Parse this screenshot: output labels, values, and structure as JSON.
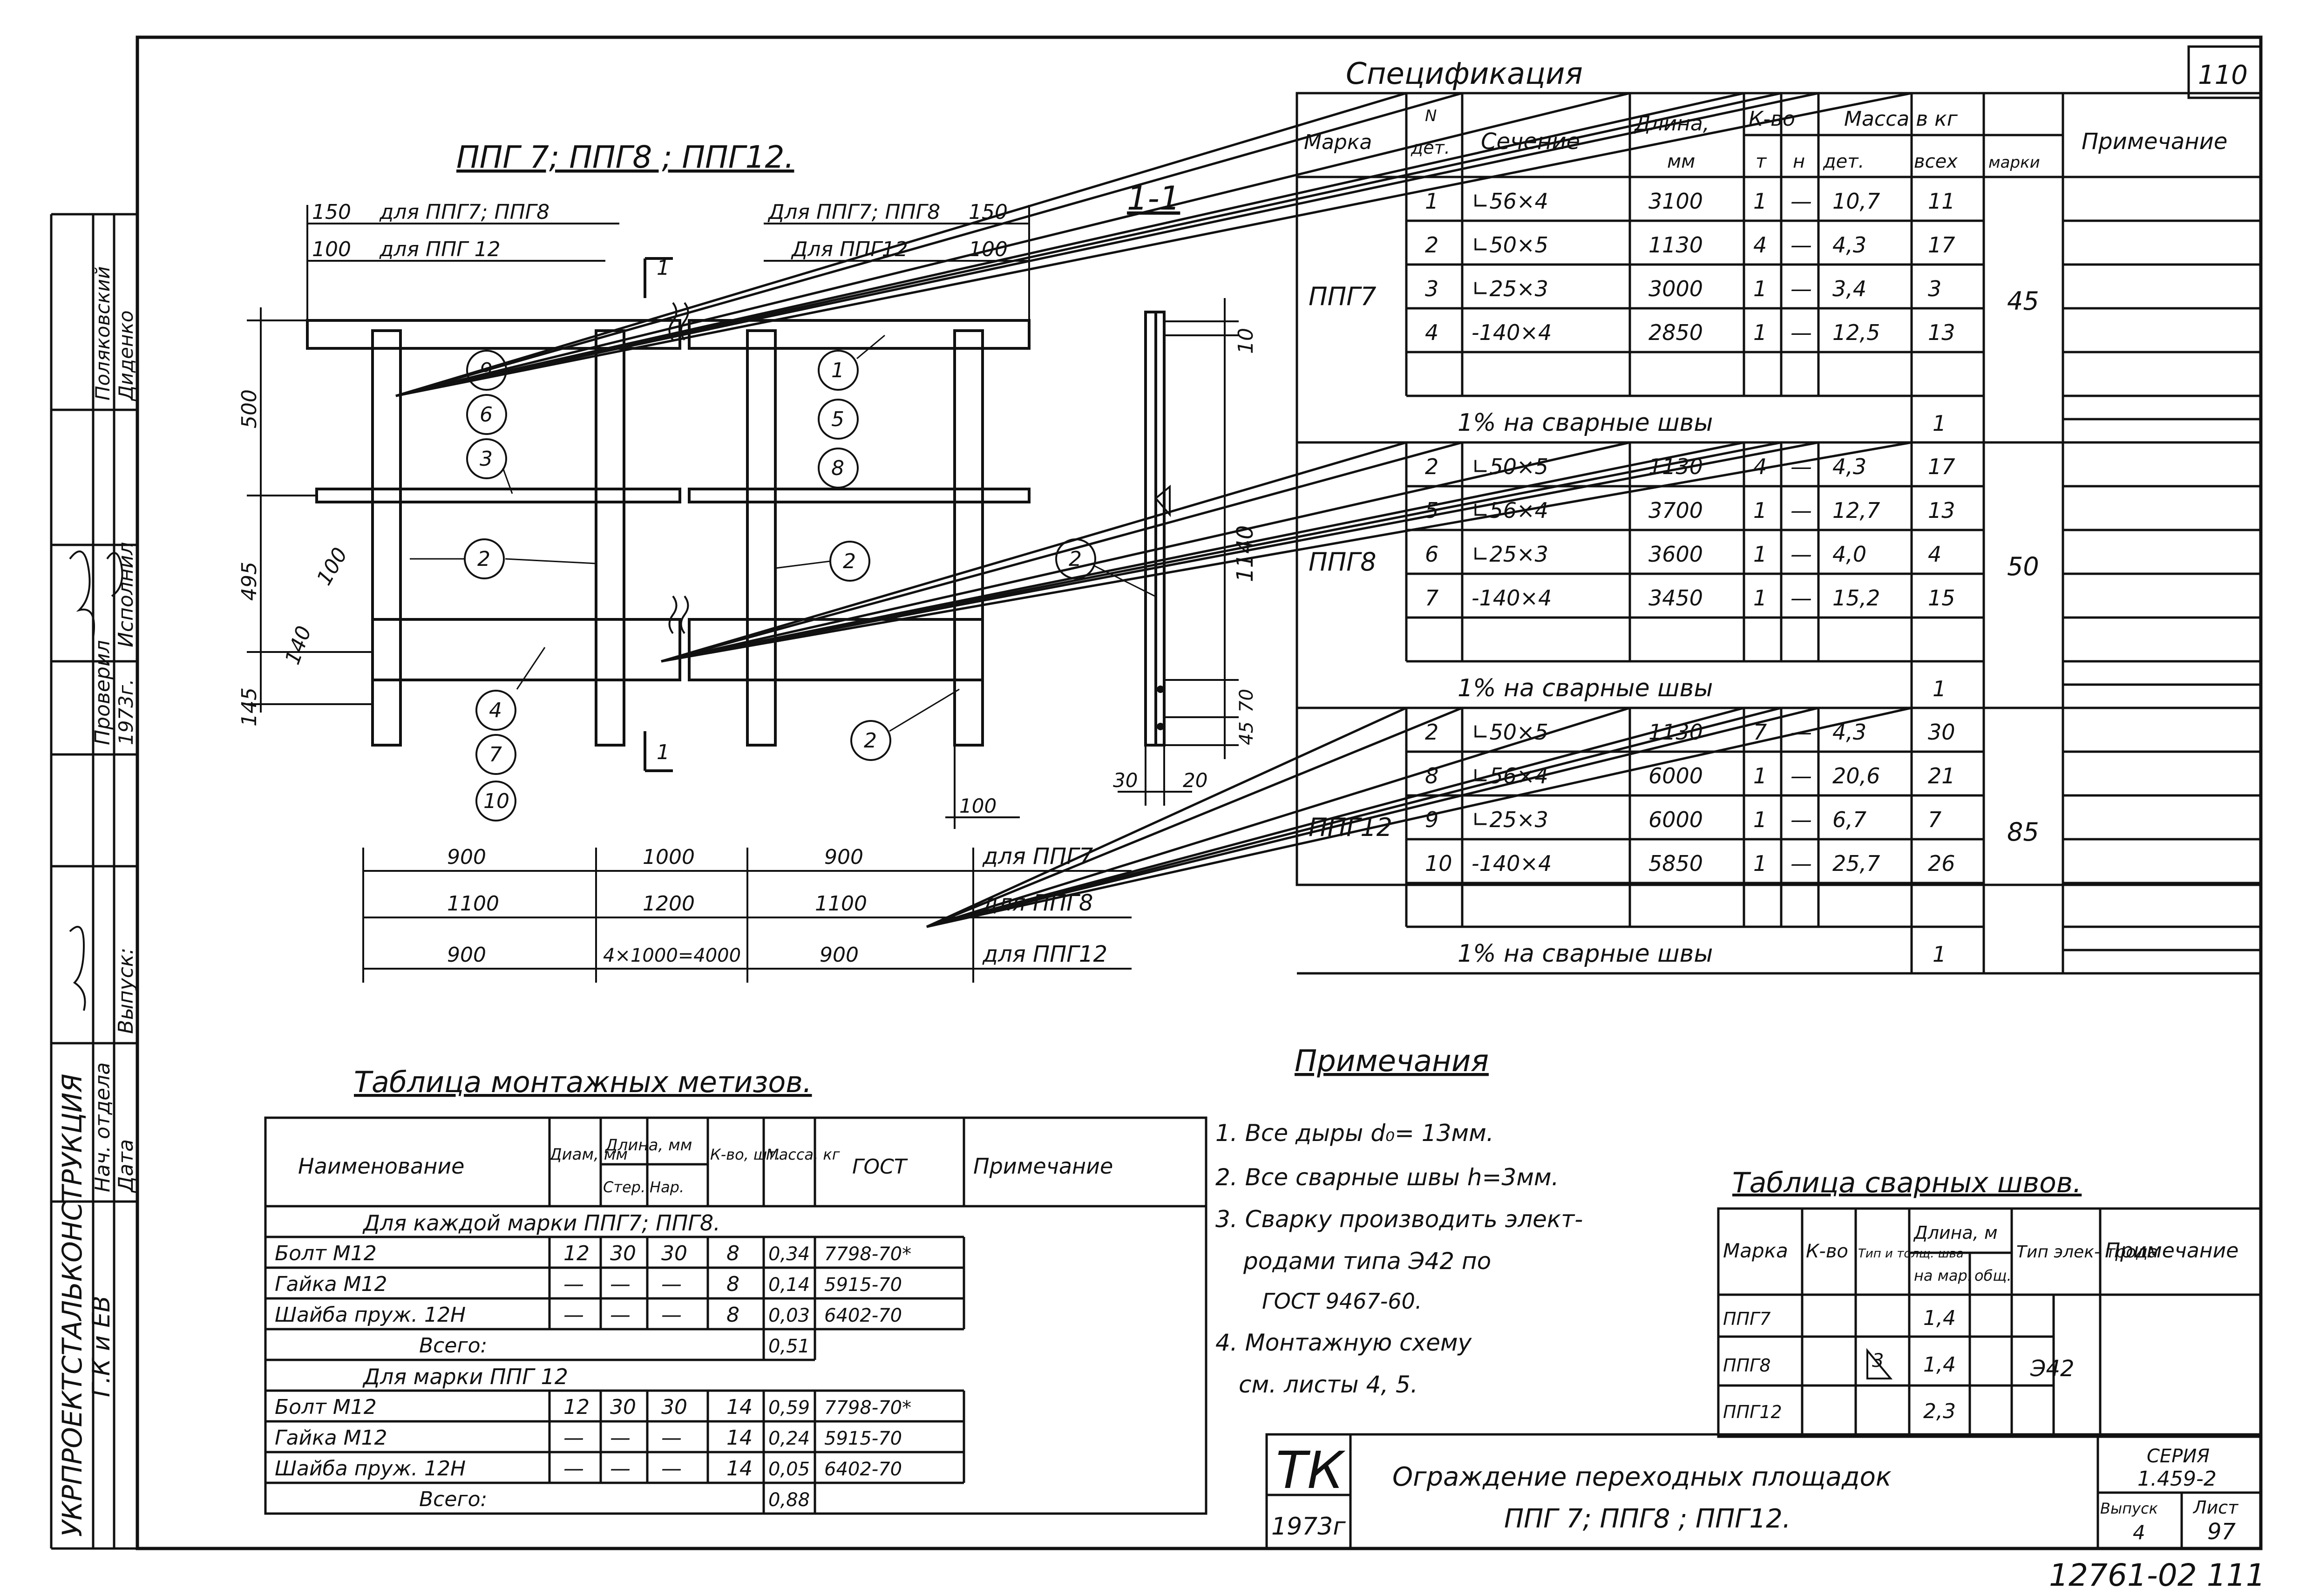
{
  "sheet_number": "110",
  "bottom_number": "12761-02 111",
  "main_view": {
    "title": "ППГ 7; ППГ8 ; ППГ12.",
    "top_left_1": {
      "dim": "150",
      "text": "для ППГ7; ППГ8"
    },
    "top_left_2": {
      "dim": "100",
      "text": "для ППГ 12"
    },
    "top_right_1": {
      "text": "Для ППГ7; ППГ8",
      "dim": "150"
    },
    "top_right_2": {
      "text": "Для ППГ12",
      "dim": "100"
    },
    "vert_dims": [
      "500",
      "495",
      "140",
      "145"
    ],
    "small_dim_100": "100",
    "cut_label": "1",
    "callouts_left_top": [
      "9",
      "6",
      "3"
    ],
    "callouts_right_top": [
      "1",
      "5",
      "8"
    ],
    "callouts_bottom": [
      "4",
      "7",
      "10"
    ],
    "callout_post": "2",
    "dim_100_bottom": "100",
    "horiz_dims": [
      {
        "values": [
          "900",
          "1000",
          "900"
        ],
        "label": "для ППГ7"
      },
      {
        "values": [
          "1100",
          "1200",
          "1100"
        ],
        "label": "для ППГ8"
      },
      {
        "values": [
          "900",
          "4×1000=4000",
          "900"
        ],
        "label": "для ППГ12"
      }
    ]
  },
  "section": {
    "title": "1-1",
    "dims_right": [
      "10",
      "1140",
      "70",
      "45"
    ],
    "dims_bottom": [
      "30",
      "20"
    ],
    "callout": "2"
  },
  "spec": {
    "title": "Спецификация",
    "headers": {
      "mark": "Марка",
      "n_top": "N",
      "n_bottom": "дет.",
      "section": "Сечение",
      "length_top": "Длина,",
      "length_bottom": "мм",
      "qty": "К-во",
      "qty_t": "т",
      "qty_n": "н",
      "mass": "Масса в кг",
      "mass_det": "дет.",
      "mass_all": "всех",
      "mass_mark": "марки",
      "note": "Примечание"
    },
    "groups": [
      {
        "mark": "ППГ7",
        "mass_mark": "45",
        "weld": {
          "text": "1% на сварные швы",
          "value": "1"
        },
        "rows": [
          {
            "n": "1",
            "section": "∟56×4",
            "length": "3100",
            "t": "1",
            "h": "—",
            "det": "10,7",
            "all": "11"
          },
          {
            "n": "2",
            "section": "∟50×5",
            "length": "1130",
            "t": "4",
            "h": "—",
            "det": "4,3",
            "all": "17"
          },
          {
            "n": "3",
            "section": "∟25×3",
            "length": "3000",
            "t": "1",
            "h": "—",
            "det": "3,4",
            "all": "3"
          },
          {
            "n": "4",
            "section": "-140×4",
            "length": "2850",
            "t": "1",
            "h": "—",
            "det": "12,5",
            "all": "13"
          }
        ]
      },
      {
        "mark": "ППГ8",
        "mass_mark": "50",
        "weld": {
          "text": "1% на сварные швы",
          "value": "1"
        },
        "rows": [
          {
            "n": "2",
            "section": "∟50×5",
            "length": "1130",
            "t": "4",
            "h": "—",
            "det": "4,3",
            "all": "17"
          },
          {
            "n": "5",
            "section": "∟56×4",
            "length": "3700",
            "t": "1",
            "h": "—",
            "det": "12,7",
            "all": "13"
          },
          {
            "n": "6",
            "section": "∟25×3",
            "length": "3600",
            "t": "1",
            "h": "—",
            "det": "4,0",
            "all": "4"
          },
          {
            "n": "7",
            "section": "-140×4",
            "length": "3450",
            "t": "1",
            "h": "—",
            "det": "15,2",
            "all": "15"
          }
        ]
      },
      {
        "mark": "ППГ12",
        "mass_mark": "85",
        "weld": {
          "text": "1% на сварные швы",
          "value": "1"
        },
        "rows": [
          {
            "n": "2",
            "section": "∟50×5",
            "length": "1130",
            "t": "7",
            "h": "—",
            "det": "4,3",
            "all": "30"
          },
          {
            "n": "8",
            "section": "∟56×4",
            "length": "6000",
            "t": "1",
            "h": "—",
            "det": "20,6",
            "all": "21"
          },
          {
            "n": "9",
            "section": "∟25×3",
            "length": "6000",
            "t": "1",
            "h": "—",
            "det": "6,7",
            "all": "7"
          },
          {
            "n": "10",
            "section": "-140×4",
            "length": "5850",
            "t": "1",
            "h": "—",
            "det": "25,7",
            "all": "26"
          }
        ]
      }
    ]
  },
  "notes": {
    "title": "Примечания",
    "items": [
      "1. Все дыры d₀= 13мм.",
      "2. Все сварные швы h=3мм.",
      "3. Сварку производить элект-",
      "родами типа Э42 по",
      "ГОСТ 9467-60.",
      "4. Монтажную схему",
      "см. листы 4, 5."
    ]
  },
  "weld_table": {
    "title": "Таблица сварных швов.",
    "headers": {
      "mark": "Марка",
      "qty": "К-во",
      "type": "Тип и толщ. шва",
      "length": "Длина, м",
      "length_sub1": "на мар.",
      "length_sub2": "общ.",
      "electrode": "Тип элек- трода",
      "note": "Примечание"
    },
    "rows": [
      {
        "mark": "ППГ7",
        "len": "1,4"
      },
      {
        "mark": "ППГ8",
        "len": "1,4"
      },
      {
        "mark": "ППГ12",
        "len": "2,3"
      }
    ],
    "type_value": "3",
    "electrode_value": "Э42"
  },
  "hardware_table": {
    "title": "Таблица монтажных метизов.",
    "headers": {
      "name": "Наименование",
      "diam": "Диам, мм",
      "length": "Длина, мм",
      "len_st": "Стер.",
      "len_nar": "Нар.",
      "qty": "К-во, шт.",
      "mass": "Масса, кг",
      "gost": "ГОСТ",
      "note": "Примечание"
    },
    "sections": [
      {
        "title": "Для каждой марки ППГ7; ППГ8.",
        "rows": [
          {
            "name": "Болт М12",
            "diam": "12",
            "st": "30",
            "nar": "30",
            "qty": "8",
            "mass": "0,34",
            "gost": "7798-70*"
          },
          {
            "name": "Гайка М12",
            "diam": "—",
            "st": "—",
            "nar": "—",
            "qty": "8",
            "mass": "0,14",
            "gost": "5915-70"
          },
          {
            "name": "Шайба пруж. 12Н",
            "diam": "—",
            "st": "—",
            "nar": "—",
            "qty": "8",
            "mass": "0,03",
            "gost": "6402-70"
          }
        ],
        "total_label": "Всего:",
        "total": "0,51"
      },
      {
        "title": "Для марки ППГ 12",
        "rows": [
          {
            "name": "Болт М12",
            "diam": "12",
            "st": "30",
            "nar": "30",
            "qty": "14",
            "mass": "0,59",
            "gost": "7798-70*"
          },
          {
            "name": "Гайка М12",
            "diam": "—",
            "st": "—",
            "nar": "—",
            "qty": "14",
            "mass": "0,24",
            "gost": "5915-70"
          },
          {
            "name": "Шайба пруж. 12Н",
            "diam": "—",
            "st": "—",
            "nar": "—",
            "qty": "14",
            "mass": "0,05",
            "gost": "6402-70"
          }
        ],
        "total_label": "Всего:",
        "total": "0,88"
      }
    ]
  },
  "title_block": {
    "logo": "ТК",
    "year": "1973г",
    "title_line1": "Ограждение переходных площадок",
    "title_line2": "ППГ 7; ППГ8 ; ППГ12.",
    "series_label": "СЕРИЯ",
    "series": "1.459-2",
    "issue_label": "Выпуск",
    "issue": "4",
    "sheet_label": "Лист",
    "sheet": "97"
  },
  "side_stamp": {
    "org": "УКРПРОЕКТСТАЛЬКОНСТРУКЦИЯ",
    "dept": "Г.К и ЕВ",
    "roles": [
      "Нач. отдела",
      "Проверил",
      "Исполнил"
    ],
    "names": [
      "Поляковский",
      "Диденко"
    ],
    "date_label": "Дата",
    "issue_label": "Выпуск:",
    "year": "1973г."
  }
}
